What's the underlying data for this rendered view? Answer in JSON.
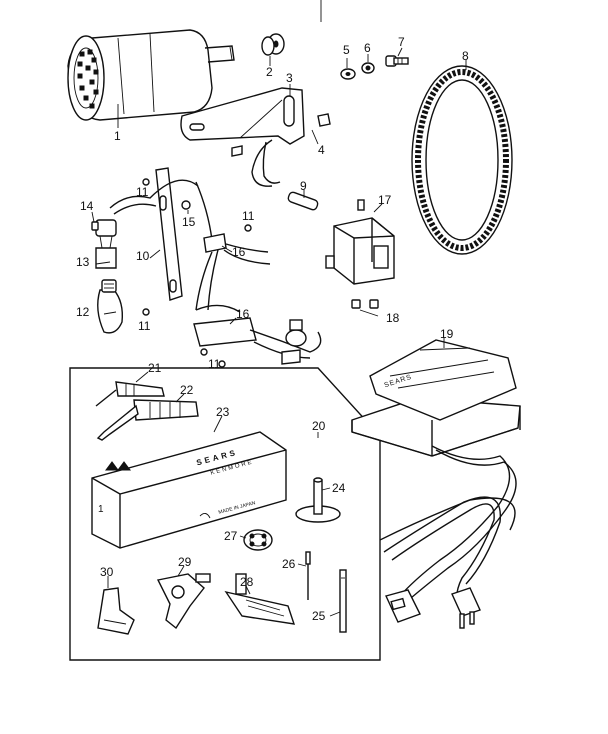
{
  "diagram": {
    "callouts": [
      {
        "id": "c1",
        "text": "1"
      },
      {
        "id": "c2",
        "text": "2"
      },
      {
        "id": "c3",
        "text": "3"
      },
      {
        "id": "c4",
        "text": "4"
      },
      {
        "id": "c5",
        "text": "5"
      },
      {
        "id": "c6",
        "text": "6"
      },
      {
        "id": "c7",
        "text": "7"
      },
      {
        "id": "c8",
        "text": "8"
      },
      {
        "id": "c9",
        "text": "9"
      },
      {
        "id": "c10",
        "text": "10"
      },
      {
        "id": "c11a",
        "text": "11"
      },
      {
        "id": "c11b",
        "text": "11"
      },
      {
        "id": "c11c",
        "text": "11"
      },
      {
        "id": "c11d",
        "text": "11"
      },
      {
        "id": "c12",
        "text": "12"
      },
      {
        "id": "c13",
        "text": "13"
      },
      {
        "id": "c14",
        "text": "14"
      },
      {
        "id": "c15",
        "text": "15"
      },
      {
        "id": "c16a",
        "text": "16"
      },
      {
        "id": "c16b",
        "text": "16"
      },
      {
        "id": "c17",
        "text": "17"
      },
      {
        "id": "c18",
        "text": "18"
      },
      {
        "id": "c19",
        "text": "19"
      },
      {
        "id": "c20",
        "text": "20"
      },
      {
        "id": "c21",
        "text": "21"
      },
      {
        "id": "c22",
        "text": "22"
      },
      {
        "id": "c23",
        "text": "23"
      },
      {
        "id": "c24",
        "text": "24"
      },
      {
        "id": "c25",
        "text": "25"
      },
      {
        "id": "c26",
        "text": "26"
      },
      {
        "id": "c27",
        "text": "27"
      },
      {
        "id": "c28",
        "text": "28"
      },
      {
        "id": "c29",
        "text": "29"
      },
      {
        "id": "c30",
        "text": "30"
      }
    ],
    "box_marks": {
      "brand": "SEARS",
      "brand_sub": "KENMORE",
      "small_print": "MADE IN JAPAN",
      "side_mark": "1"
    },
    "pedal_mark": "SEARS"
  }
}
